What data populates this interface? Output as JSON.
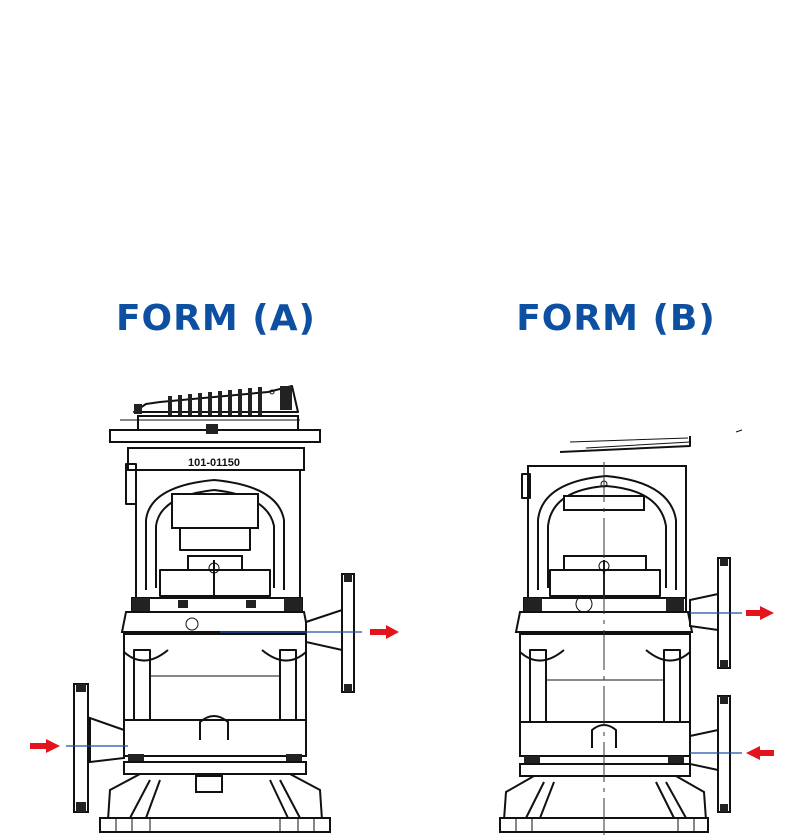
{
  "colors": {
    "title": "#0d4fa0",
    "flow_arrow": "#e4141c",
    "flow_line": "#1c4fa8",
    "drawing": "#111111"
  },
  "forms": [
    {
      "title": "FORM (A)",
      "motor_label": "101-01150",
      "inlet_side": "left",
      "outlet_side": "right"
    },
    {
      "title": "FORM (B)",
      "inlet_side": "right",
      "outlet_side": "right"
    }
  ]
}
